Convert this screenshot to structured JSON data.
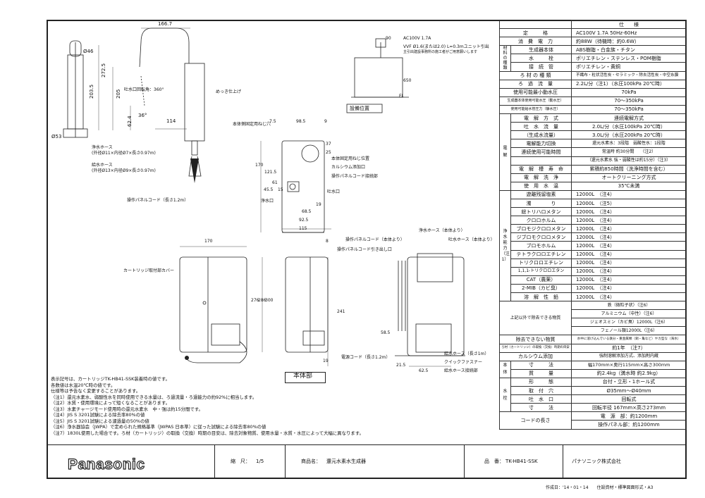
{
  "drawing": {
    "faucet_dims": [
      "166.7",
      "Ø46",
      "272.5",
      "205",
      "203.5",
      "62.4",
      "114",
      "Ø53",
      "36°"
    ],
    "faucet_notes": [
      "吐水口回転角：360°",
      "めっき仕上げ",
      "浄水ホース",
      "(外径Ø11×内径Ø7×長さ0.97m)",
      "給水ホース",
      "(外径Ø13×内径Ø9×長さ0.97m)",
      "操作パネルコード（長さ1.2m）"
    ],
    "setup": {
      "power": "AC100V 1.7A",
      "dims": [
        "90",
        "650",
        "FL"
      ],
      "vvf": "VVF Ø1.6(または2.0) L=0.3mユニット引出",
      "vvf2": "主引出建設事務所の施工者がご用意願いします",
      "caption": "設備位置"
    },
    "side": {
      "labels": [
        "本体側固定用ねじ穴",
        "本体固定用ねじ位置",
        "カルシウム添加口",
        "操作パネルコード接続部",
        "浄水口",
        "吐水口"
      ],
      "dims": [
        "7.5",
        "98.5",
        "9",
        "37",
        "25",
        "170",
        "121.5",
        "61",
        "15",
        "45.5",
        "68.5",
        "92.5",
        "115",
        "19"
      ]
    },
    "front": {
      "dims": [
        "170",
        "276",
        "286",
        "300"
      ],
      "label": "カートリッジ取付部カバー"
    },
    "body": {
      "caption": "本体部",
      "labels": [
        "操作パネルコード（本体より）",
        "操作パネルコード引き出し口",
        "浄水ホース（本体より）",
        "吐水ホース（本体より）",
        "電源コード（長さ1.2m）",
        "給水ホース（長さ1m）",
        "クイックファスナー",
        "給水ホース接続部"
      ],
      "dims": [
        "8",
        "241",
        "19",
        "58.5",
        "21.5",
        "62.5"
      ]
    }
  },
  "notes": {
    "lines": [
      "表示記号は、カートリッジTK-HB41-SSK装着時の値です。",
      "各数値は水温20℃時の値です。",
      "仕様等は予告なく変更することがあります。",
      "（注1）還元水素水、弱酸性水を同時使用できる水量は、ろ過流量・ろ過能力の約92%に相当します。",
      "（注2）水質・使用環境によって短くなることがあります。",
      "（注3）水素チャージモード使用時の還元水素水　中・強は約15分間です。",
      "（注4）JIS S 3201試験による除去率80%の値",
      "（注5）JIS S 3201試験による濾過量の50%の値",
      "（注6）浄水器協会（JWPA）で定められた規格基準（JWPAS 日本準）に従った試験による除去率80%の値",
      "（注7）1830L使用した場合です。ろ材（カートリッジ）の取換（交換）時期の目安は、除去対象物質、使用水量・水質・水圧によって大幅に異なります。"
    ]
  },
  "spec": {
    "header": "仕　　様",
    "rows": [
      {
        "k": "定　　　格",
        "v": "AC100V 1.7A 50Hz-60Hz"
      },
      {
        "k": "消　費　電　力",
        "v": "約88W（待機時：約0.6W）"
      },
      {
        "k": "生成器本体",
        "v": "ABS樹脂・白金族・チタン",
        "group": "材料の種類"
      },
      {
        "k": "水　　　栓",
        "v": "ポリエチレン・ステンレス・POM樹脂"
      },
      {
        "k": "接　続　管",
        "v": "ポリエチレン・黄銅"
      },
      {
        "k": "ろ 材 の 種 類",
        "v": "不織布・粒状活性炭・セラミック・除去活性炭・中空糸膜"
      },
      {
        "k": "ろ　過　流　量",
        "v": "2.2L/分（注1）（水圧100kPa 20℃時）"
      },
      {
        "k": "使用可能最小動水圧",
        "v": "70kPa"
      },
      {
        "k": "生成器本体使用可能水圧（動水圧）",
        "v": "70～350kPa"
      },
      {
        "k": "使用可能給水管圧力（静水圧）",
        "v": "70～350kPa"
      }
    ],
    "electro_group": "電　解",
    "electro": [
      {
        "k": "電　解　方　式",
        "v": "連続電解方式"
      },
      {
        "k": "吐　水　流　量",
        "k2": "（生成水流量）",
        "v": "2.0L/分（水圧100kPa 20℃時）",
        "v2": "3.0L/分（水圧200kPa 20℃時）"
      },
      {
        "k": "電解能力切換",
        "v": "還元水素水：3段階　弱酸性水：1段階"
      },
      {
        "k": "連続使用可能時間",
        "v": "常温時 約30分間　　（注2）",
        "v2": "（還元水素水 強・弱酸性は約15分）（注3）"
      },
      {
        "k": "電　解　槽　寿　命",
        "v": "累積約850時間（洗浄時間を含む）"
      },
      {
        "k": "電　解　洗　浄",
        "v": "オートクリーニング方式"
      },
      {
        "k": "使　用　水　温",
        "v": "35℃未満"
      }
    ],
    "purify_group": "浄水能力（注1）",
    "purify": [
      {
        "k": "遊離残留塩素",
        "v": "12000L　（注4）"
      },
      {
        "k": "濁　　　　り",
        "v": "12000L　（注5）"
      },
      {
        "k": "総トリハロメタン",
        "v": "12000L　（注4）"
      },
      {
        "k": "クロロホルム",
        "v": "12000L　（注4）"
      },
      {
        "k": "ブロモジクロロメタン",
        "v": "12000L　（注4）"
      },
      {
        "k": "ジブロモクロロメタン",
        "v": "12000L　（注4）"
      },
      {
        "k": "ブロモホルム",
        "v": "12000L　（注4）"
      },
      {
        "k": "テトラクロロエチレン",
        "v": "12000L　（注4）"
      },
      {
        "k": "トリクロロエチレン",
        "v": "12000L　（注4）"
      },
      {
        "k": "1,1,1-トリクロロエタン",
        "v": "12000L　（注4）"
      },
      {
        "k": "CAT（農薬）",
        "v": "12000L　（注4）"
      },
      {
        "k": "2-MIB（カビ臭）",
        "v": "12000L　（注4）"
      },
      {
        "k": "溶　解　性　鉛",
        "v": "12000L　（注4）"
      }
    ],
    "other_removal": {
      "k": "上記以外で除去できる物質",
      "items": [
        "鉄（微粒子状）（注6）",
        "アルミニウム（中性）（注6）",
        "ジェオスミン（カビ臭）12000L（注6）",
        "フェノール類12000L（注6）"
      ]
    },
    "non_removal": {
      "k": "除去できない物質",
      "v": "水中に溶け込んでいる鉄分・重金属類（銅・亀など）やカ型な（海水）"
    },
    "cartridge": {
      "k": "ろ材（カートリッジ）の取換（交換）時期の目安",
      "v": "約1年　（注7）"
    },
    "calcium": {
      "k": "カルシウム添加",
      "v": "強制溶解添加方式、添加剤内蔵"
    },
    "body_group": "本体",
    "body": [
      {
        "k": "寸　　　法",
        "v": "幅170mm×奥行115mm×高さ300mm"
      },
      {
        "k": "質　　　量",
        "v": "約2.4kg（満水時 約2.9kg）"
      }
    ],
    "faucet_group": "水栓",
    "faucet": [
      {
        "k": "形　　　態",
        "v": "台付・立形・1ホール式"
      },
      {
        "k": "取　付　穴",
        "v": "Ø35mm～Ø40mm"
      },
      {
        "k": "吐　水　口",
        "v": "回転式"
      },
      {
        "k": "寸　　　法",
        "v": "回転半径 167mm×高さ273mm"
      }
    ],
    "cord": {
      "k": "コードの長さ",
      "v": "電　源　部：約1200mm",
      "v2": "操作パネル部：約1200mm"
    }
  },
  "titleblock": {
    "logo": "Panasonic",
    "scale_label": "縮　尺：",
    "scale_value": "1/5",
    "product_label": "商品名：",
    "product_value": "還元水素水生成器",
    "part_label": "品　番：",
    "part_value": "TK-HB41-SSK",
    "company": "パナソニック株式会社",
    "footer": "作成日：'14・01・14　　住設資材・標準図面形式・A3"
  }
}
